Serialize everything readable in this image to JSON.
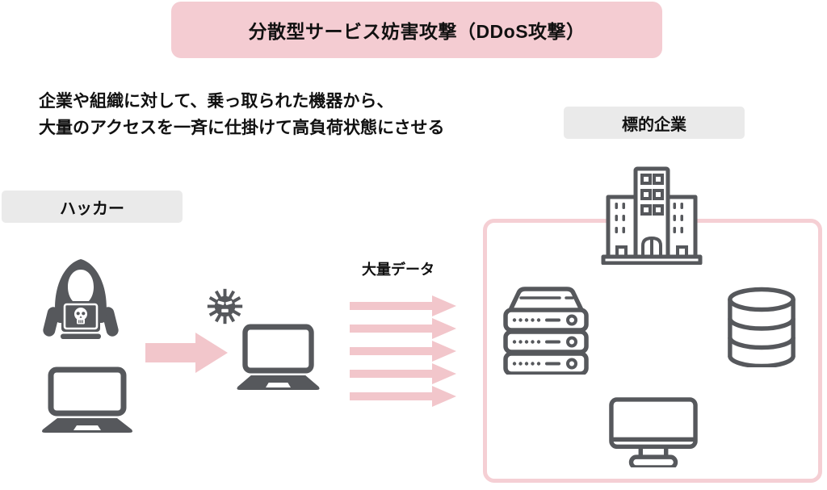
{
  "title": {
    "label": "分散型サービス妨害攻撃（DDoS攻撃）"
  },
  "description": {
    "line1": "企業や組織に対して、乗っ取られた機器から、",
    "line2": "大量のアクセスを一斉に仕掛けて高負荷状態にさせる"
  },
  "hacker": {
    "label": "ハッカー"
  },
  "target": {
    "label": "標的企業"
  },
  "attack": {
    "mass_data_label": "大量データ",
    "arrow_count": 5
  },
  "colors": {
    "title_bg": "#f4ccd2",
    "label_bg": "#eaeaea",
    "arrow_pink": "#f2c6cb",
    "box_border_pink": "#f5cfd4",
    "icon_gray": "#56585c",
    "text": "#111111",
    "background": "#ffffff"
  },
  "icons": {
    "hacker": "hacker-hooded-laptop-icon",
    "hacker_laptop": "laptop-icon",
    "malware": "virus-icon",
    "attack_flow": "arrow-right-icon",
    "infected_laptop": "laptop-icon",
    "building": "office-building-icon",
    "server": "server-rack-icon",
    "database": "database-icon",
    "monitor": "desktop-monitor-icon"
  }
}
